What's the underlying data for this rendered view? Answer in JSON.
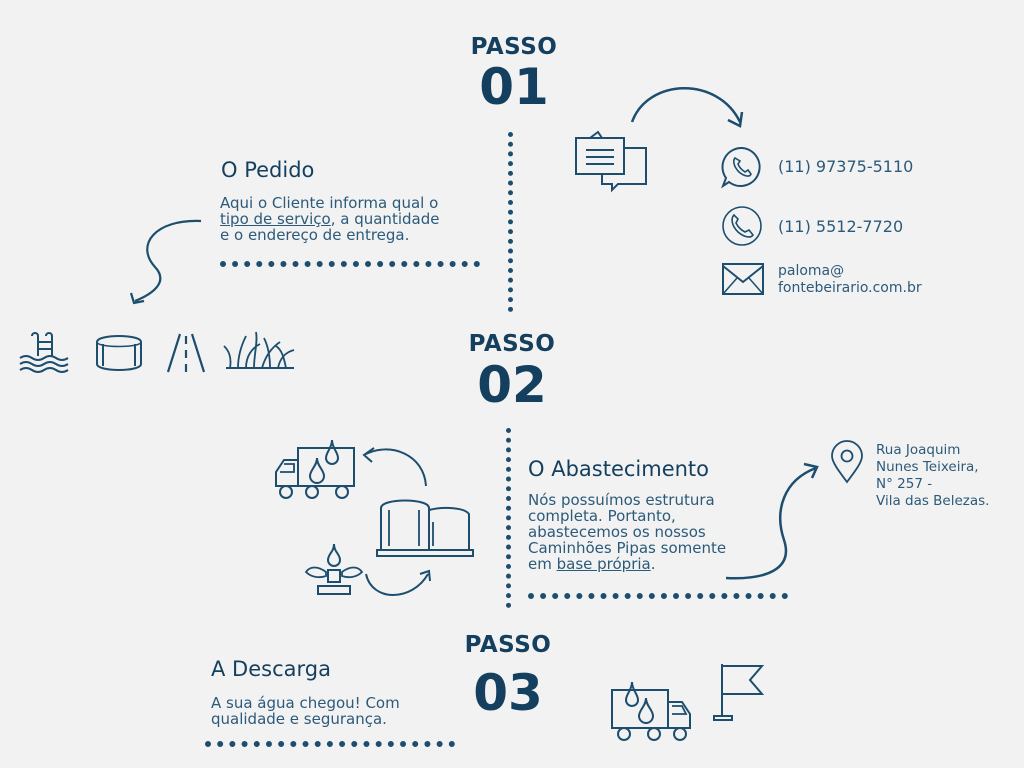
{
  "steps": [
    {
      "label": "PASSO",
      "number": "01"
    },
    {
      "label": "PASSO",
      "number": "02"
    },
    {
      "label": "PASSO",
      "number": "03"
    }
  ],
  "pedido": {
    "title": "O Pedido",
    "line1": "Aqui o Cliente informa qual o",
    "link": "tipo de serviço",
    "line2_rest": ", a quantidade",
    "line3": "e o endereço de entrega."
  },
  "contacts": {
    "whatsapp": "(11) 97375-5110",
    "phone": "(11) 5512-7720",
    "email_line1": "paloma@",
    "email_line2": "fontebeirario.com.br"
  },
  "abastecimento": {
    "title": "O Abastecimento",
    "lines": [
      "Nós possuímos estrutura",
      "completa. Portanto,",
      "abastecemos os nossos",
      "Caminhões Pipas somente"
    ],
    "last_prefix": "em ",
    "link": "base própria",
    "last_suffix": "."
  },
  "address": {
    "lines": [
      "Rua Joaquim",
      "Nunes Teixeira,",
      "N° 257 -",
      "Vila das Belezas."
    ]
  },
  "descarga": {
    "title": "A Descarga",
    "line1": "A sua água chegou! Com",
    "line2": "qualidade e segurança."
  },
  "icons": {
    "chat": "chat-bubbles-icon",
    "whatsapp": "whatsapp-icon",
    "phone": "phone-icon",
    "email": "envelope-icon",
    "pool": "pool-icon",
    "tank": "water-tank-icon",
    "road": "road-icon",
    "grass": "grass-icon",
    "truck": "water-truck-icon",
    "storage": "storage-tank-icon",
    "sprinkler": "sprinkler-icon",
    "pin": "location-pin-icon",
    "flag": "flag-icon"
  },
  "colors": {
    "primary": "#143f5e",
    "background": "#f2f2f2"
  }
}
